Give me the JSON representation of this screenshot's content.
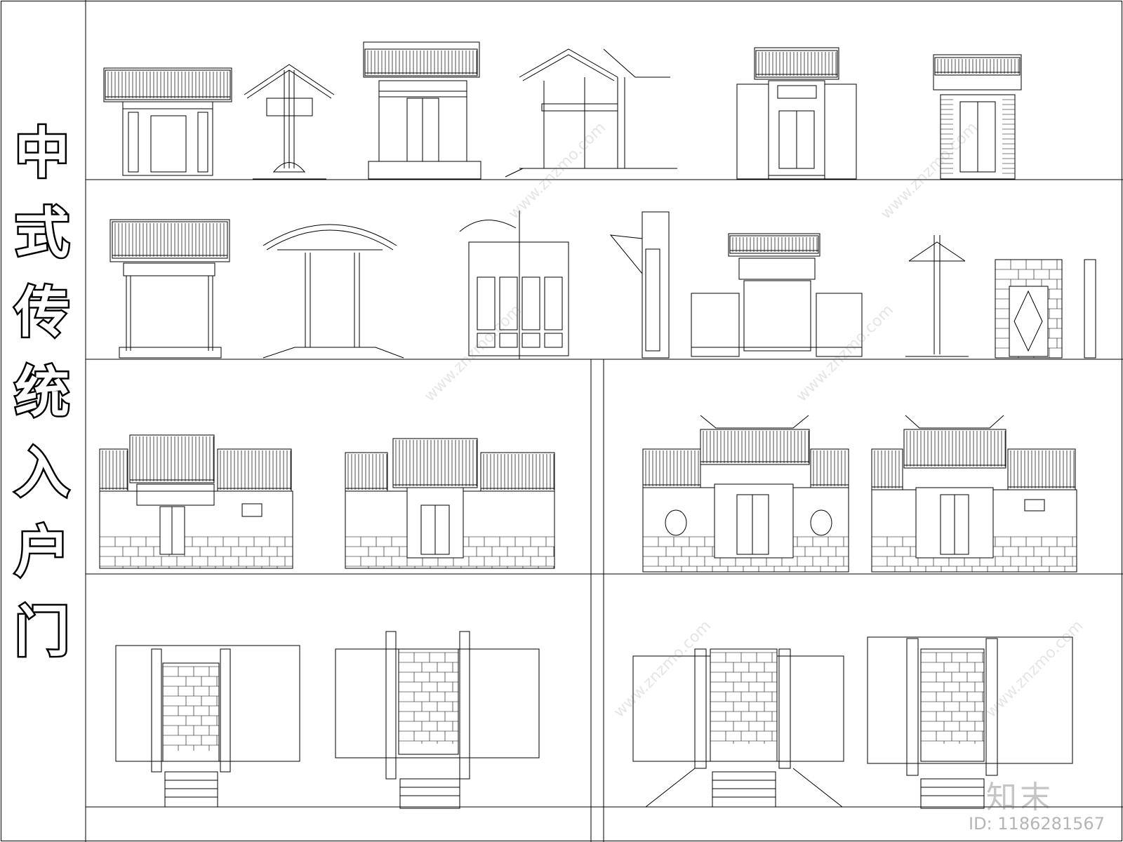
{
  "title": {
    "characters": [
      "中",
      "式",
      "传",
      "统",
      "入",
      "户",
      "门"
    ]
  },
  "watermark": {
    "text": "www.znzmo.com"
  },
  "brand": {
    "mark": "知末",
    "id_text": "ID: 1186281567"
  },
  "drawings": {
    "row1": [
      "gate-elevation",
      "pavilion-gate",
      "roofed-double-door-gate",
      "open-roof-gate",
      "flat-roof-door-gate",
      "brick-gate-with-door"
    ],
    "row2": [
      "open-post-gate",
      "arched-open-gate",
      "carved-panel-doors",
      "side-section-gate",
      "walled-signboard-gate",
      "small-pavilion",
      "brick-diamond-door"
    ],
    "elevations": [
      "courtyard-gate-elevation-1",
      "courtyard-gate-elevation-2",
      "courtyard-gate-elevation-3",
      "courtyard-gate-elevation-4"
    ],
    "plans": [
      "gate-plan-1",
      "gate-plan-2",
      "gate-plan-3",
      "gate-plan-4"
    ]
  }
}
